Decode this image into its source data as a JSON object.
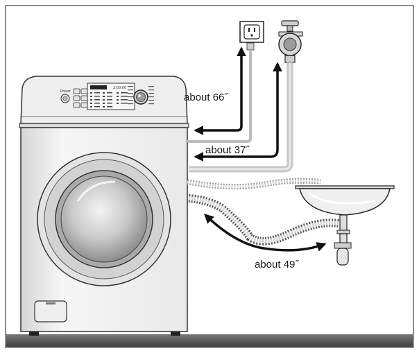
{
  "labels": {
    "power_cord_length": "about 66˝",
    "water_hose_length": "about 37˝",
    "drain_hose_length": "about 49˝"
  },
  "washer_panel": {
    "power_label": "Power",
    "display_text": "2:00:00"
  },
  "icons": [
    "power-outlet-icon",
    "water-faucet-icon",
    "sink-icon",
    "washer-icon"
  ],
  "colors": {
    "frame_border": "#8a8a8a",
    "floor_bar": "#555555",
    "hose_gray": "#b9b9b9",
    "arrow": "#111111"
  }
}
